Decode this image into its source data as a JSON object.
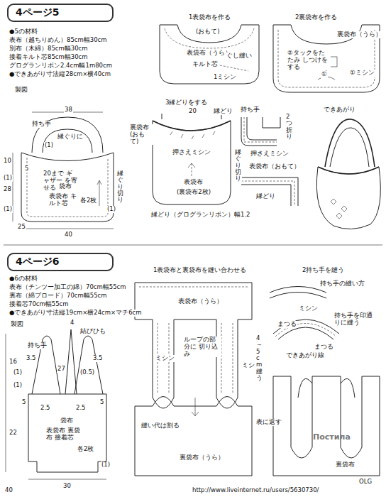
{
  "diagram": {
    "nodes": [
      {
        "text": [
          "4ページ5"
        ]
      },
      {
        "text": [
          "4ページ6"
        ]
      }
    ],
    "labels": [
      "●5の材料",
      "表布（越ちりめん）85cm幅30cm",
      "別布（木綿）85cm幅30cm",
      "接着キルト芯85cm幅30cm",
      "グログランリボン2.4cm幅1m80cm",
      "●できあがり寸法縦28cm×横40cm",
      "製図",
      "38",
      "持ち手",
      "(1)",
      "縁ぐりに",
      "10",
      "5",
      "(1)",
      "20まで ギャザー を寄せる",
      "28",
      "袋布",
      "表袋布 キルト芯",
      "各2枚",
      "(1)",
      "25",
      "40",
      "縁ぐり切り",
      "(1)",
      "1表袋布を作る",
      "(おもて)",
      "表袋布（うら）",
      "キルト芯",
      "ぐし縫い",
      "1ミシン",
      "2裏袋布を作る",
      "裏袋布（うら）",
      "②タックをたたみ しつけをする",
      "①ミシン",
      "①",
      "3縁どりをする",
      "20",
      "裏袋布 (おもて)",
      "縁どり",
      "押さえミシン",
      "縁ぐり切り",
      "表袋布",
      "(裏袋布2枚)",
      "縁どり（グログランリボン）幅1.2",
      "持ち手",
      "2つ折り",
      "押さえミシン",
      "表袋布（おもて）",
      "縁どり",
      "できあがり",
      "●6の材料",
      "表布（チンツー加工の綿）70cm幅55cm",
      "裏布（綿ブロード）70cm幅55cm",
      "接着芯70cm幅55cm",
      "●できあがり寸法縦19cm×横24cm×マチ6cm",
      "製図",
      "4",
      "結びひも",
      "持ち手",
      "3.5",
      "16",
      "(1)",
      "27",
      "(0.5)",
      "(1)",
      "3.5",
      "22",
      "5",
      "2.5",
      "2.5",
      "5",
      "袋布",
      "表袋布 裏袋布 接着芯",
      "各2枚",
      "(1)",
      "30",
      "1表袋布と裏袋布を縫い合わせる",
      "表袋布（うら）",
      "ループの部分に 切り込み",
      "ミシン",
      "ミシン",
      "4～5cm縫う",
      "縫い代は割る",
      "裏袋布（うら）",
      "表に返す",
      "2持ち手を縫う",
      "持ち手の縫い方",
      "ミシン",
      "まつる",
      "まつる",
      "できあがり線",
      "持ち手を印通りに縫う",
      "裏袋布",
      "40",
      "OLG",
      "http://www.liveinternet.ru/users/5630730/",
      "Постила"
    ]
  }
}
